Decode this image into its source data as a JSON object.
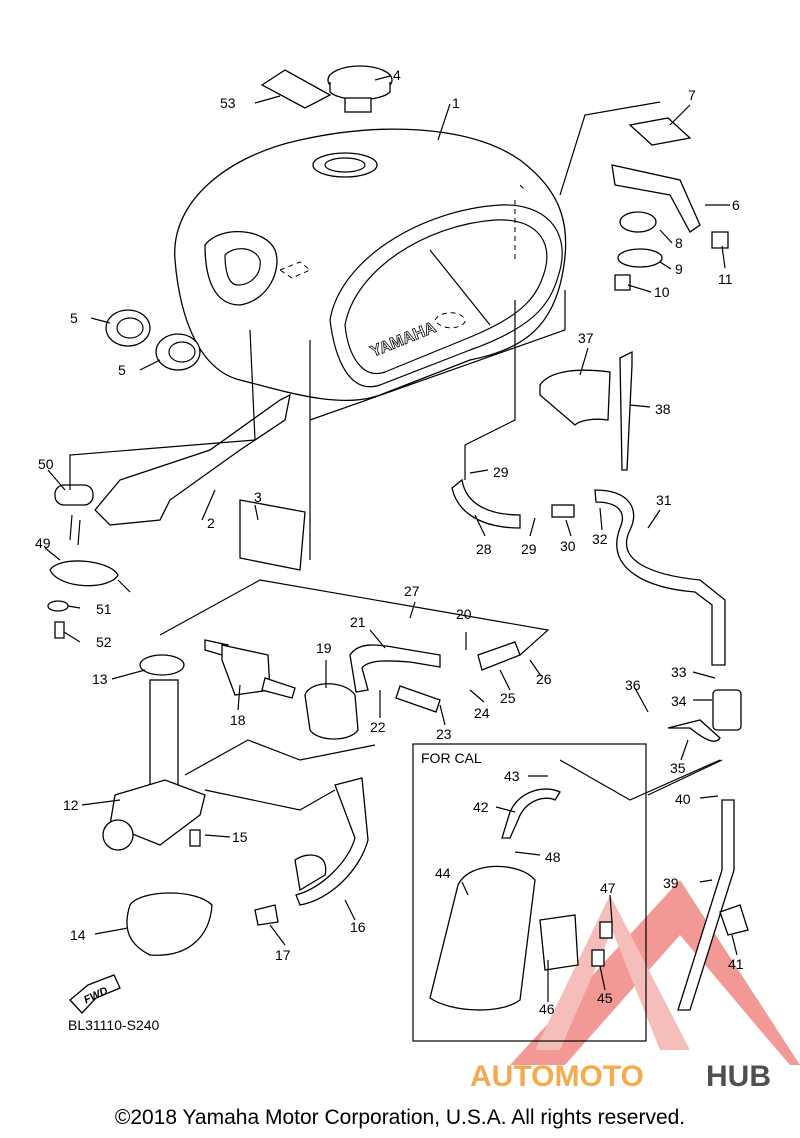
{
  "diagram": {
    "callouts": [
      "1",
      "2",
      "3",
      "4",
      "5",
      "5",
      "6",
      "7",
      "8",
      "9",
      "10",
      "11",
      "12",
      "13",
      "14",
      "15",
      "16",
      "17",
      "18",
      "19",
      "20",
      "21",
      "22",
      "23",
      "24",
      "25",
      "26",
      "27",
      "28",
      "29",
      "29",
      "30",
      "31",
      "32",
      "33",
      "34",
      "35",
      "36",
      "37",
      "38",
      "39",
      "40",
      "41",
      "42",
      "43",
      "44",
      "45",
      "46",
      "47",
      "48",
      "49",
      "50",
      "51",
      "52",
      "53"
    ],
    "tank_logo": "YAMAHA",
    "cal_box_label": "FOR CAL",
    "fwd_label": "FWD",
    "figure_code": "BL31110-S240",
    "copyright": "©2018 Yamaha Motor Corporation, U.S.A. All rights reserved.",
    "watermark": {
      "auto": "AUTOMOTO",
      "hub": "HUB"
    },
    "colors": {
      "watermark_red": "#e8473f",
      "watermark_orange": "#f2a23a",
      "watermark_gray": "#3c3c3c"
    }
  }
}
